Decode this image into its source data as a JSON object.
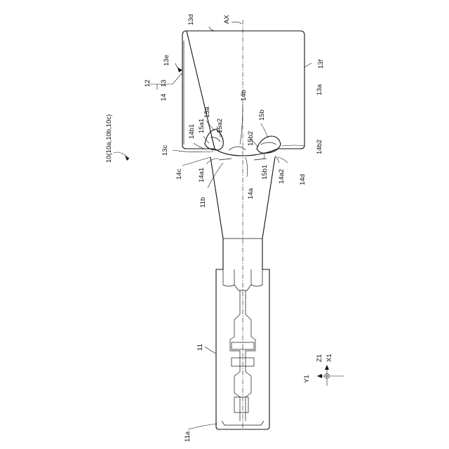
{
  "labels": {
    "ax": "AX",
    "l13d": "13d",
    "l13e": "13e",
    "l13f": "13f",
    "l13a": "13a",
    "l12": "12",
    "l13": "13",
    "l14": "14",
    "l14b": "14b",
    "l15a": "15a",
    "l15a1": "15a1",
    "l15a2": "15a2",
    "l14b1": "14b1",
    "l15b": "15b",
    "l15b2": "15b2",
    "l14b2": "14b2",
    "l13c": "13c",
    "l14c": "14c",
    "l14a1": "14a1",
    "l11b": "11b",
    "l14a": "14a",
    "l15b1": "15b1",
    "l14a2": "14a2",
    "l14d": "14d",
    "l10": "10(10a,10b,10c)",
    "l11": "11",
    "l11a": "11a"
  },
  "axes_indicator": {
    "z1": "Z1",
    "x1": "X1",
    "y1": "Y1"
  }
}
